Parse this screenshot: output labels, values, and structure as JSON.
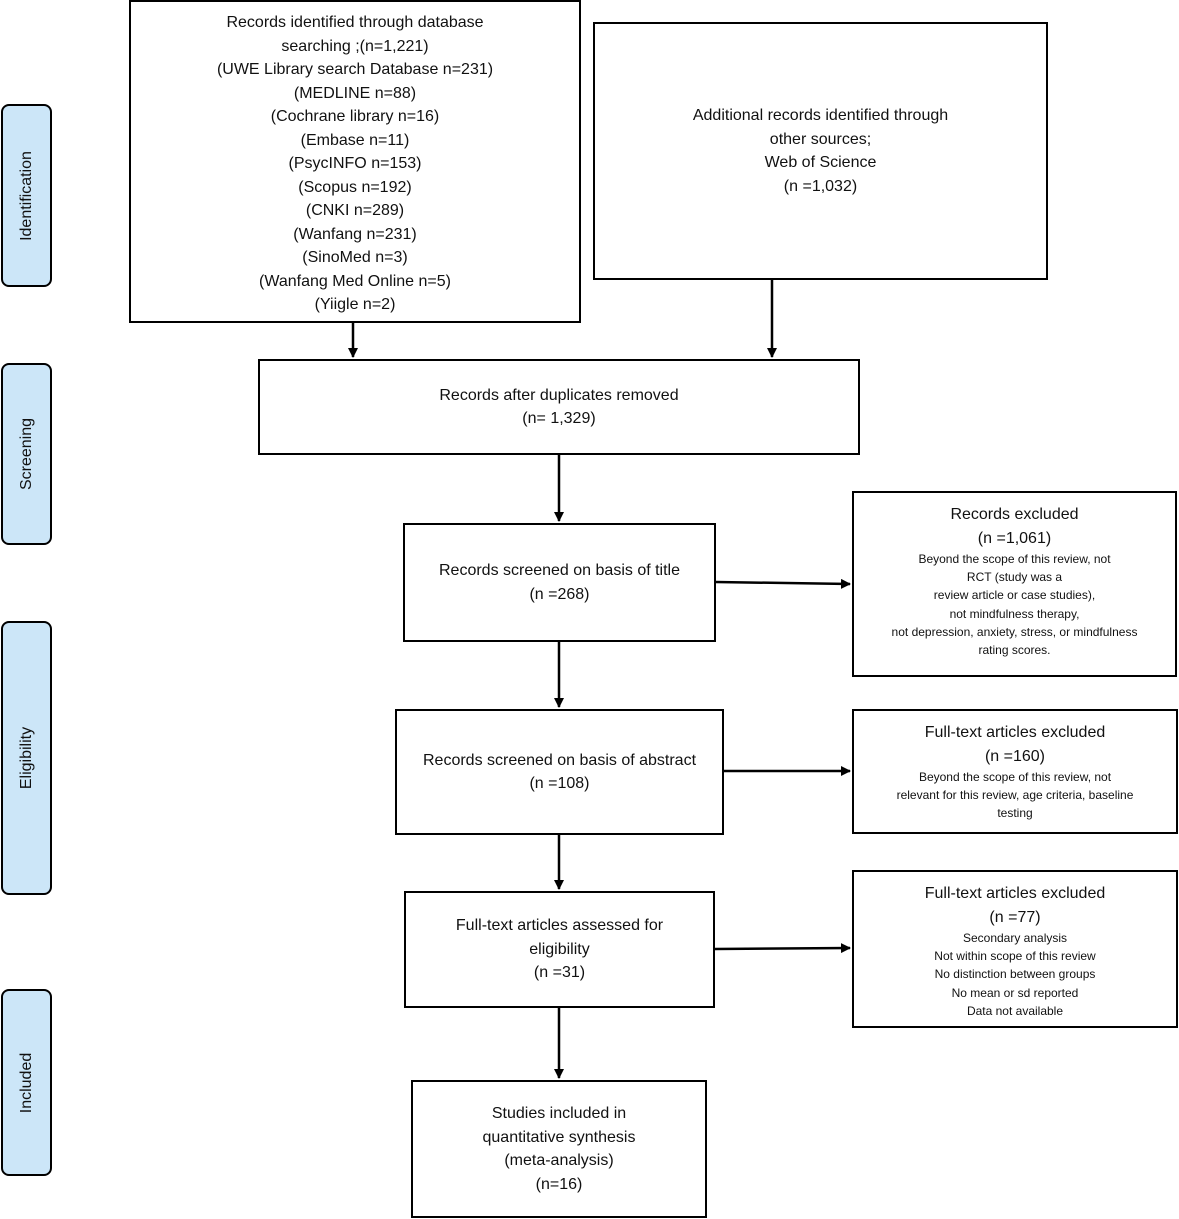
{
  "stages": {
    "identification": "Identification",
    "screening": "Screening",
    "eligibility": "Eligibility",
    "included": "Included"
  },
  "boxes": {
    "database": {
      "lines": [
        "Records identified through database",
        "searching ;(n=1,221)",
        "(UWE Library search Database n=231)",
        "(MEDLINE n=88)",
        "(Cochrane library n=16)",
        "(Embase n=11)",
        "(PsycINFO n=153)",
        "(Scopus n=192)",
        "(CNKI n=289)",
        "(Wanfang n=231)",
        "(SinoMed n=3)",
        "(Wanfang Med Online n=5)",
        "(Yiigle n=2)"
      ]
    },
    "additional": {
      "lines": [
        "Additional records identified through",
        "other sources;",
        "Web of Science",
        "(n =1,032)"
      ]
    },
    "duplicates": {
      "lines": [
        "Records after duplicates removed",
        "(n= 1,329)"
      ]
    },
    "title": {
      "lines": [
        "Records screened on basis of title",
        "(n =268)"
      ]
    },
    "abstract": {
      "lines": [
        "Records screened on basis of abstract",
        "(n =108)"
      ]
    },
    "fulltext": {
      "lines": [
        "Full-text articles assessed for",
        "eligibility",
        "(n =31)"
      ]
    },
    "included": {
      "lines": [
        "Studies included in",
        "quantitative synthesis",
        "(meta-analysis)",
        "(n=16)"
      ]
    },
    "excluded_title": {
      "heading": "Records excluded",
      "count": "(n =1,061)",
      "details": [
        "Beyond the scope of this review, not",
        "RCT (study was a",
        "review article or case studies),",
        "not mindfulness therapy,",
        "not depression, anxiety, stress, or mindfulness",
        "rating scores."
      ]
    },
    "excluded_abstract": {
      "heading": "Full-text articles excluded",
      "count": "(n =160)",
      "details": [
        "Beyond the scope of this review, not",
        "relevant for this review, age criteria, baseline",
        "testing"
      ]
    },
    "excluded_fulltext": {
      "heading": "Full-text articles excluded",
      "count": "(n =77)",
      "details": [
        "Secondary analysis",
        "Not within scope of this review",
        "No distinction between groups",
        "No mean or sd reported",
        "Data not available"
      ]
    }
  }
}
